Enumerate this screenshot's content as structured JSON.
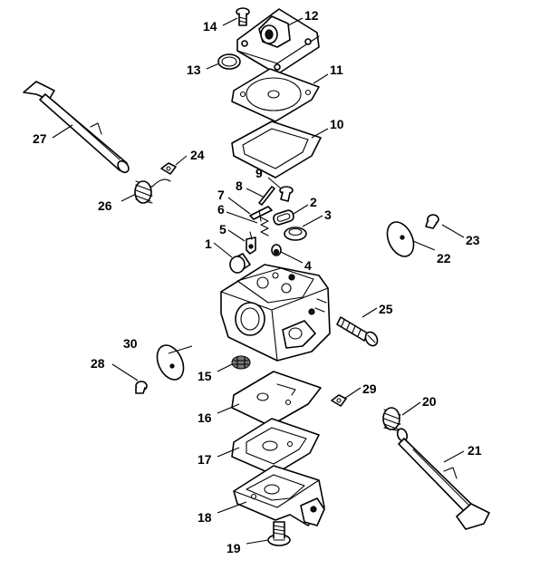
{
  "diagram": {
    "callouts": [
      "1",
      "2",
      "3",
      "4",
      "5",
      "6",
      "7",
      "8",
      "9",
      "10",
      "11",
      "12",
      "13",
      "14",
      "15",
      "16",
      "17",
      "18",
      "19",
      "20",
      "21",
      "22",
      "23",
      "24",
      "25",
      "26",
      "27",
      "28",
      "29",
      "30"
    ],
    "colors": {
      "line": "#000000",
      "background": "#ffffff",
      "shade": "#7a7a7a"
    }
  }
}
